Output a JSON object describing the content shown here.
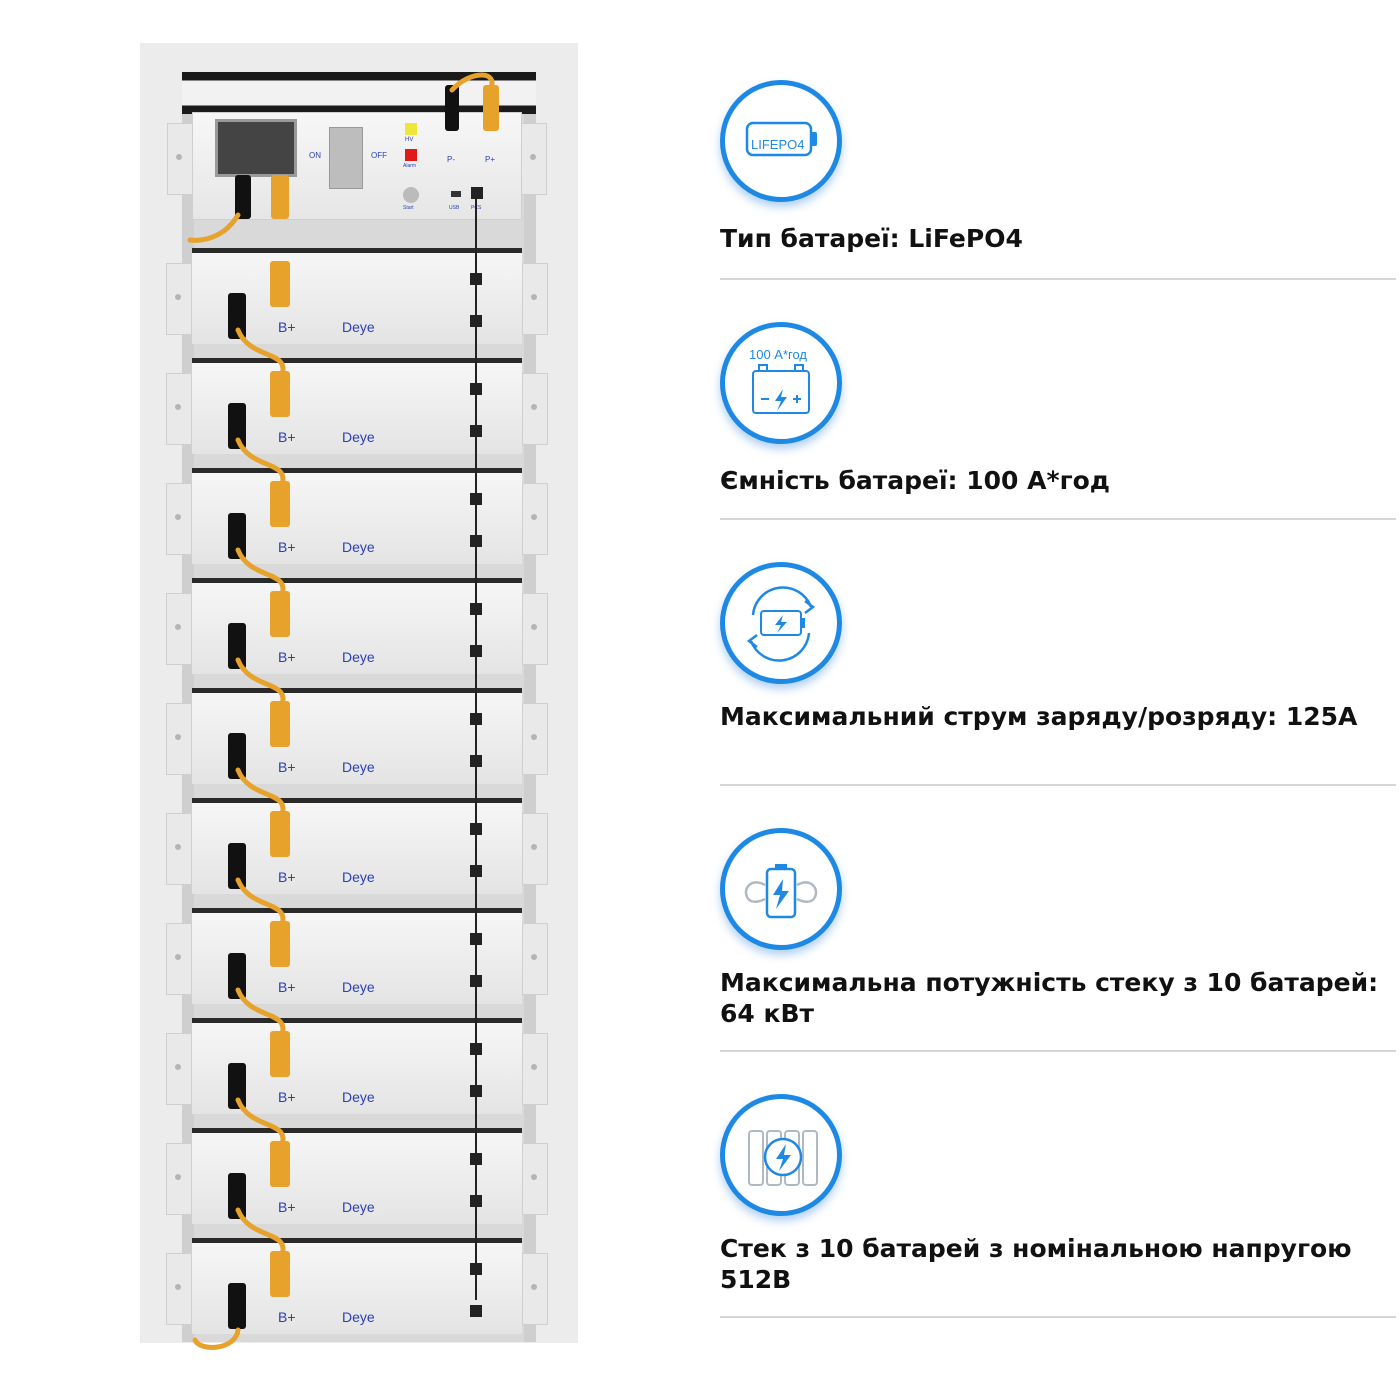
{
  "rack": {
    "module_brand": "Deye",
    "module_pos_label": "B+",
    "bms": {
      "on_label": "ON",
      "off_label": "OFF",
      "hv_label": "HV",
      "alarm_label": "Alarm",
      "start_label": "Start",
      "usb_label": "USB",
      "pcs_label": "PCS",
      "p_neg_label": "P-",
      "p_pos_label": "P+"
    }
  },
  "specs": [
    {
      "icon": "lifepo4-battery-icon",
      "icon_text": "LIFEPO4",
      "title": "Тип батареї: LiFePO4"
    },
    {
      "icon": "car-battery-icon",
      "icon_text": "100 А*год",
      "title": "Ємність батареї: 100 А*год"
    },
    {
      "icon": "charge-cycle-icon",
      "icon_text": "",
      "title": "Максимальний струм заряду/розряду: 125А"
    },
    {
      "icon": "strong-battery-icon",
      "icon_text": "",
      "title": "Максимальна потужність стеку з 10 батарей: 64 кВт"
    },
    {
      "icon": "battery-stack-icon",
      "icon_text": "",
      "title": "Стек з 10 батарей з номінальною напругою 512В"
    }
  ],
  "colors": {
    "accent": "#1e88e5",
    "cable_yellow": "#e6a22a",
    "text": "#111111"
  }
}
